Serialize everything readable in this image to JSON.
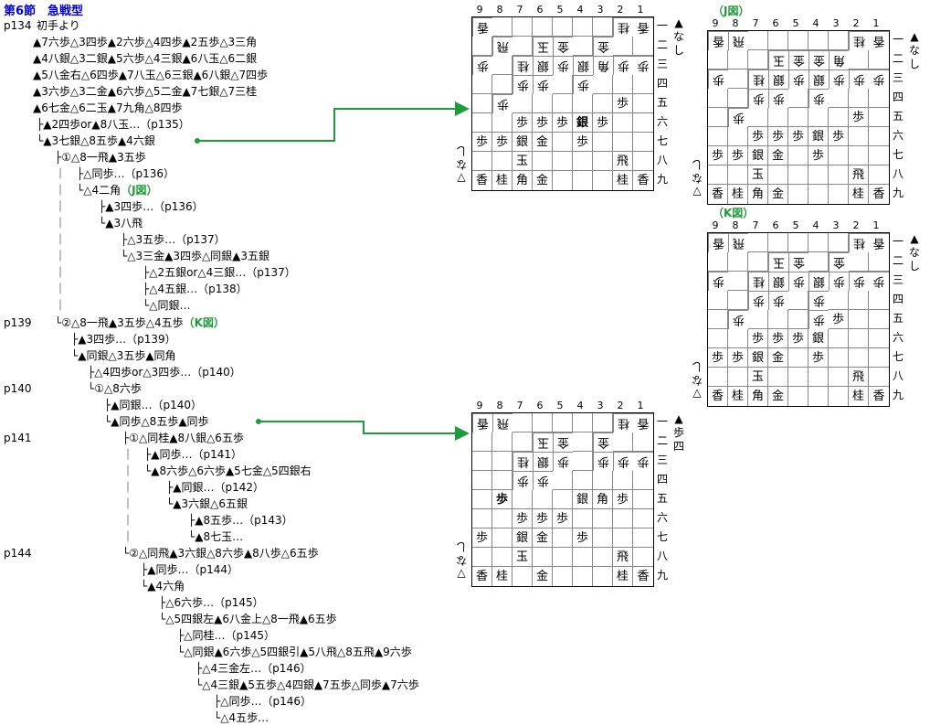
{
  "title": "第6節　急戦型",
  "page_labels": [
    "p134",
    "p139",
    "p140",
    "p141",
    "p144"
  ],
  "tree_lines": [
    "初手より",
    "▲7六歩△3四歩▲2六歩△4四歩▲2五歩△3三角",
    "▲4八銀△3二銀▲5六歩△4三銀▲6八玉△6二銀",
    "▲5八金右△6四歩▲7八玉△6三銀▲6八銀△7四歩",
    "▲3六歩△3二金▲6六歩△5二金▲7七銀△7三桂",
    "▲6七金△6二玉▲7九角△8四歩",
    "├▲2四歩or▲8八玉…（p135）",
    "└▲3七銀△8五歩▲4六銀",
    "├①△8一飛▲3五歩",
    "｜　├△同歩…（p136）",
    "｜　└△4二角",
    "｜　　　├▲3四歩…（p136）",
    "｜　　　└▲3八飛",
    "｜　　　　　├△3五歩…（p137）",
    "｜　　　　　└△3三金▲3四歩△同銀▲3五銀",
    "｜　　　　　　　├△2五銀or△4三銀…（p137）",
    "｜　　　　　　　├△4五銀…（p138）",
    "｜　　　　　　　└△同銀…",
    "└②△8一飛▲3五歩△4五歩",
    "├▲3四歩…（p139）",
    "└▲同銀△3五歩▲同角",
    "├△4四歩or△3四歩…（p140）",
    "└①△8六歩",
    "├▲同銀…（p140）",
    "└▲同歩△8五歩▲同歩",
    "├①△同桂▲8八銀△6五歩",
    "｜　├▲同歩…（p141）",
    "｜　└▲8六歩△6六歩▲5七金△5四銀右",
    "｜　　　├▲同銀…（p142）",
    "｜　　　└▲3六銀△6五銀",
    "｜　　　　　├▲8五歩…（p143）",
    "｜　　　　　└▲8七玉…",
    "└②△同飛▲3六銀△8六歩▲8八歩△6五歩",
    "├▲同歩…（p144）",
    "└▲4六角",
    "├△6六歩…（p145）",
    "└△5四銀左▲6八金上△8一飛▲6五歩",
    "├△同桂…（p145）",
    "└△同銀▲6六歩△5四銀引▲5八飛△8五飛▲9六歩",
    "├△4三金左…（p146）",
    "└△4三銀▲5五歩△4四銀▲7五歩△同歩▲7六歩",
    "├△同歩…（p146）",
    "└△4五歩…"
  ],
  "highlight_labels": [
    "（J図）",
    "（K図）"
  ],
  "col_numbers": [
    "9",
    "8",
    "7",
    "6",
    "5",
    "4",
    "3",
    "2",
    "1"
  ],
  "row_numbers": [
    "一",
    "二",
    "三",
    "四",
    "五",
    "六",
    "七",
    "八",
    "九"
  ],
  "boards": [
    {
      "label": "",
      "sente_hand": "▲なし",
      "gote_hand": "▽なし",
      "squares": [
        [
          "g:香",
          "",
          "",
          "",
          "",
          "",
          "",
          "g:桂",
          "g:香"
        ],
        [
          "",
          "g:飛",
          "",
          "g:玉",
          "g:金",
          "",
          "g:金",
          "",
          ""
        ],
        [
          "g:歩",
          "",
          "g:桂",
          "g:銀",
          "g:歩",
          "g:銀",
          "g:角",
          "g:歩",
          "g:歩"
        ],
        [
          "",
          "",
          "g:歩",
          "g:歩",
          "",
          "g:歩",
          "",
          "",
          ""
        ],
        [
          "",
          "g:歩",
          "",
          "",
          "",
          "",
          "",
          "歩",
          ""
        ],
        [
          "",
          "",
          "歩",
          "歩",
          "歩",
          "b:銀",
          "歩",
          "",
          ""
        ],
        [
          "歩",
          "歩",
          "銀",
          "金",
          "",
          "歩",
          "",
          "",
          ""
        ],
        [
          "",
          "",
          "玉",
          "",
          "",
          "",
          "",
          "飛",
          ""
        ],
        [
          "香",
          "桂",
          "角",
          "金",
          "",
          "",
          "",
          "桂",
          "香"
        ]
      ]
    },
    {
      "label": "（J図）",
      "sente_hand": "▲なし",
      "gote_hand": "▽なし",
      "squares": [
        [
          "g:香",
          "g:飛",
          "",
          "",
          "",
          "",
          "",
          "g:桂",
          "g:香"
        ],
        [
          "",
          "",
          "",
          "g:玉",
          "g:金",
          "g:金",
          "g:角",
          "",
          ""
        ],
        [
          "g:歩",
          "",
          "g:桂",
          "g:銀",
          "g:歩",
          "g:銀",
          "g:歩",
          "g:歩",
          "g:歩"
        ],
        [
          "",
          "",
          "g:歩",
          "g:歩",
          "",
          "g:歩",
          "",
          "",
          ""
        ],
        [
          "",
          "g:歩",
          "",
          "",
          "",
          "",
          "",
          "歩",
          ""
        ],
        [
          "",
          "",
          "歩",
          "歩",
          "歩",
          "銀",
          "歩",
          "",
          ""
        ],
        [
          "歩",
          "歩",
          "銀",
          "金",
          "",
          "歩",
          "",
          "",
          ""
        ],
        [
          "",
          "",
          "玉",
          "",
          "",
          "",
          "",
          "飛",
          ""
        ],
        [
          "香",
          "桂",
          "角",
          "金",
          "",
          "",
          "",
          "桂",
          "香"
        ]
      ]
    },
    {
      "label": "（K図）",
      "sente_hand": "▲なし",
      "gote_hand": "▽なし",
      "squares": [
        [
          "g:香",
          "g:飛",
          "",
          "",
          "",
          "",
          "",
          "g:桂",
          "g:香"
        ],
        [
          "",
          "",
          "",
          "g:玉",
          "g:金",
          "",
          "g:金",
          "",
          ""
        ],
        [
          "g:歩",
          "",
          "g:桂",
          "g:銀",
          "g:歩",
          "g:銀",
          "g:歩",
          "g:歩",
          "g:歩"
        ],
        [
          "",
          "",
          "g:歩",
          "g:歩",
          "",
          "g:歩",
          "",
          "",
          ""
        ],
        [
          "",
          "g:歩",
          "",
          "",
          "",
          "g:歩",
          "歩",
          "",
          ""
        ],
        [
          "",
          "",
          "歩",
          "歩",
          "歩",
          "銀",
          "",
          "",
          ""
        ],
        [
          "歩",
          "歩",
          "銀",
          "金",
          "",
          "歩",
          "",
          "",
          ""
        ],
        [
          "",
          "",
          "玉",
          "",
          "",
          "",
          "",
          "飛",
          ""
        ],
        [
          "香",
          "桂",
          "角",
          "金",
          "",
          "",
          "",
          "桂",
          "香"
        ]
      ]
    },
    {
      "label": "",
      "sente_hand": "▲歩四",
      "gote_hand": "▽なし",
      "squares": [
        [
          "g:香",
          "g:飛",
          "",
          "",
          "",
          "",
          "",
          "g:桂",
          "g:香"
        ],
        [
          "",
          "",
          "",
          "g:玉",
          "g:金",
          "",
          "g:金",
          "",
          ""
        ],
        [
          "",
          "",
          "g:桂",
          "g:銀",
          "g:歩",
          "",
          "g:歩",
          "g:歩",
          "g:歩"
        ],
        [
          "",
          "",
          "g:歩",
          "g:歩",
          "",
          "",
          "",
          "",
          ""
        ],
        [
          "",
          "b:歩",
          "",
          "",
          "",
          "銀",
          "角",
          "歩",
          ""
        ],
        [
          "",
          "",
          "歩",
          "歩",
          "歩",
          "",
          "",
          "",
          ""
        ],
        [
          "歩",
          "",
          "銀",
          "金",
          "",
          "歩",
          "",
          "",
          ""
        ],
        [
          "",
          "",
          "玉",
          "",
          "",
          "",
          "",
          "飛",
          ""
        ],
        [
          "香",
          "桂",
          "",
          "金",
          "",
          "",
          "",
          "桂",
          "香"
        ]
      ]
    }
  ]
}
